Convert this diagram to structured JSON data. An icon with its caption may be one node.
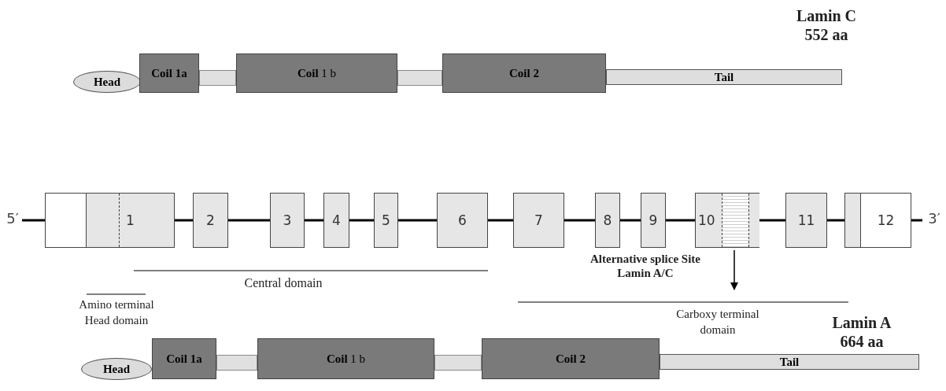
{
  "diagram": {
    "nodes": [
      {
        "text": [
          "Head"
        ]
      },
      {
        "text": [
          "Coil 1a"
        ]
      },
      {
        "text": [],
        "shape": "bar"
      },
      {
        "text": [
          "**Coil** 1 b"
        ]
      },
      {
        "text": [],
        "shape": "bar"
      },
      {
        "text": [
          "Coil 2"
        ]
      },
      {
        "text": [
          "Tail"
        ]
      },
      {
        "text": [
          "1"
        ]
      },
      {
        "text": [
          "2"
        ]
      },
      {
        "text": [
          "3"
        ]
      },
      {
        "text": [
          "4"
        ]
      },
      {
        "text": [
          "5"
        ]
      },
      {
        "text": [
          "6"
        ]
      },
      {
        "text": [
          "7"
        ]
      },
      {
        "text": [
          "8"
        ]
      },
      {
        "text": [
          "9"
        ]
      },
      {
        "text": [
          "10"
        ]
      },
      {
        "text": [
          "11"
        ]
      },
      {
        "text": [
          "12"
        ]
      },
      {
        "text": [
          "Head"
        ]
      },
      {
        "text": [
          "Coil 1a"
        ]
      },
      {
        "text": [],
        "shape": "bar"
      },
      {
        "text": [
          "**Coil** 1 b"
        ]
      },
      {
        "text": [],
        "shape": "bar"
      },
      {
        "text": [
          "Coil 2"
        ]
      },
      {
        "text": [
          "Tail"
        ]
      }
    ],
    "edges": [
      {
        "from": 7,
        "to": 8,
        "arrow": "none"
      },
      {
        "from": 8,
        "to": 9,
        "arrow": "none"
      },
      {
        "from": 9,
        "to": 10,
        "arrow": "none"
      },
      {
        "from": 10,
        "to": 11,
        "arrow": "none"
      },
      {
        "from": 11,
        "to": 12,
        "arrow": "none"
      },
      {
        "from": 12,
        "to": 13,
        "arrow": "none"
      },
      {
        "from": 13,
        "to": 14,
        "arrow": "none"
      },
      {
        "from": 14,
        "to": 15,
        "arrow": "none"
      },
      {
        "from": 15,
        "to": 16,
        "arrow": "none"
      },
      {
        "from": 16,
        "to": 17,
        "arrow": "none"
      },
      {
        "from": 17,
        "to": 18,
        "arrow": "none"
      },
      {
        "from": 16,
        "to": null,
        "arrow": "to"
      }
    ],
    "labels": [
      "Lamin C 552 aa",
      "5′",
      "3′",
      "Alternative splice Site Lamin A/C",
      "Central domain",
      "Amino terminal Head domain",
      "Carboxy terminal domain",
      "Lamin A 664 aa"
    ]
  }
}
